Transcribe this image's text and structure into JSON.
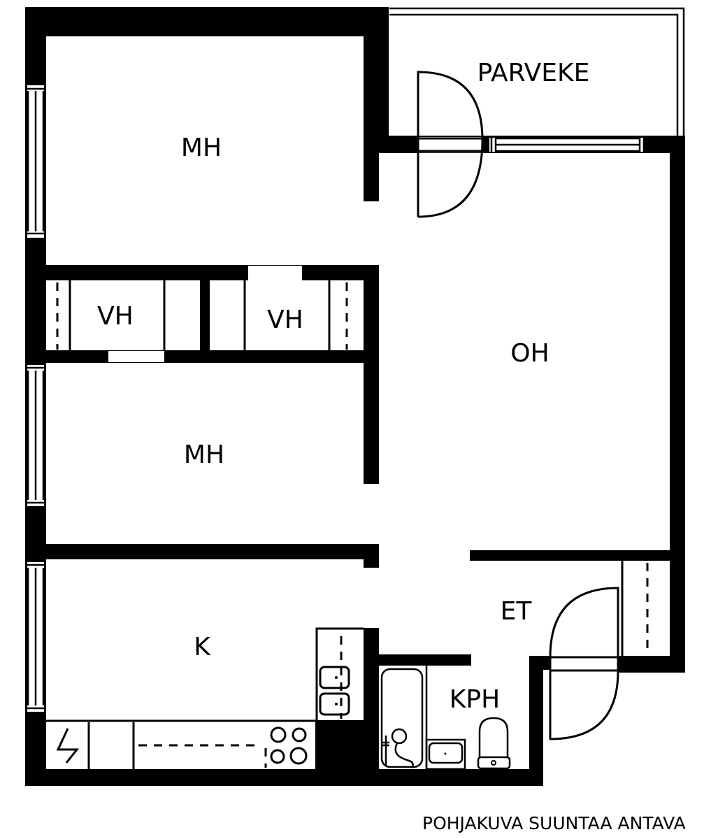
{
  "rooms": {
    "bedroom_1": "MH",
    "bedroom_2": "MH",
    "closet_1": "VH",
    "closet_2": "VH",
    "living_room": "OH",
    "balcony": "PARVEKE",
    "kitchen": "K",
    "entrance": "ET",
    "bathroom": "KPH"
  },
  "caption": "POHJAKUVA SUUNTAA ANTAVA",
  "colors": {
    "wall": "#000000",
    "background": "#ffffff"
  }
}
